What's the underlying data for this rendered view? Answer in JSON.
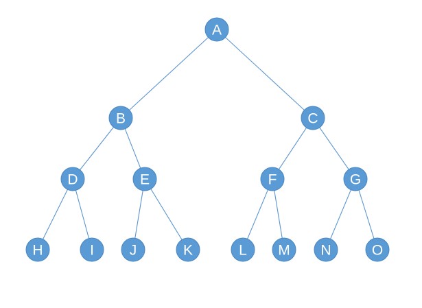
{
  "diagram": {
    "type": "binary-tree",
    "colors": {
      "node_fill": "#5b9bd5",
      "node_stroke": "#4a86c0",
      "edge": "#5b95cf",
      "label": "#ffffff",
      "background": "#ffffff"
    },
    "nodes": [
      {
        "id": "A",
        "label": "A"
      },
      {
        "id": "B",
        "label": "B"
      },
      {
        "id": "C",
        "label": "C"
      },
      {
        "id": "D",
        "label": "D"
      },
      {
        "id": "E",
        "label": "E"
      },
      {
        "id": "F",
        "label": "F"
      },
      {
        "id": "G",
        "label": "G"
      },
      {
        "id": "H",
        "label": "H"
      },
      {
        "id": "I",
        "label": "I"
      },
      {
        "id": "J",
        "label": "J"
      },
      {
        "id": "K",
        "label": "K"
      },
      {
        "id": "L",
        "label": "L"
      },
      {
        "id": "M",
        "label": "M"
      },
      {
        "id": "N",
        "label": "N"
      },
      {
        "id": "O",
        "label": "O"
      }
    ],
    "edges": [
      {
        "from": "A",
        "to": "B"
      },
      {
        "from": "A",
        "to": "C"
      },
      {
        "from": "B",
        "to": "D"
      },
      {
        "from": "B",
        "to": "E"
      },
      {
        "from": "C",
        "to": "F"
      },
      {
        "from": "C",
        "to": "G"
      },
      {
        "from": "D",
        "to": "H"
      },
      {
        "from": "D",
        "to": "I"
      },
      {
        "from": "E",
        "to": "J"
      },
      {
        "from": "E",
        "to": "K"
      },
      {
        "from": "F",
        "to": "L"
      },
      {
        "from": "F",
        "to": "M"
      },
      {
        "from": "G",
        "to": "N"
      },
      {
        "from": "G",
        "to": "O"
      }
    ]
  }
}
